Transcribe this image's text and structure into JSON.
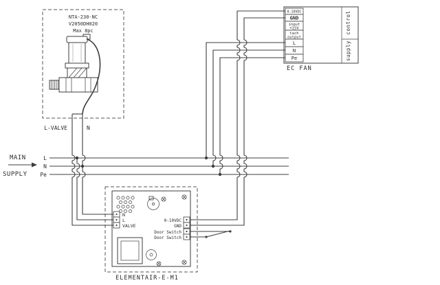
{
  "colors": {
    "line": "#3c3c3c",
    "text": "#2a2a2a",
    "background": "#ffffff"
  },
  "valve_unit": {
    "model_line1": "NTA-230-NC",
    "model_line2": "V2050DH020",
    "model_line3": "Max 8pc",
    "wire_l_label": "L-VALVE",
    "wire_n_label": "N"
  },
  "main_supply": {
    "title_line1": "MAIN",
    "title_line2": "SUPPLY",
    "lines": [
      "L",
      "N",
      "Pe"
    ]
  },
  "ec_fan": {
    "title": "EC FAN",
    "terminals": [
      "0-10VDC",
      "GND",
      "L",
      "N",
      "Pe"
    ],
    "terminal_input_line1": "input",
    "terminal_input_line2": "+15V",
    "terminal_tach_line1": "tach",
    "terminal_tach_line2": "output",
    "group_control": "control",
    "group_supply": "supply"
  },
  "controller": {
    "title": "ELEMENTAIR-E-M1",
    "left_terminals": [
      "N",
      "L",
      "VALVE"
    ],
    "right_terminals": [
      "0-10VDC",
      "GND",
      "Door Switch",
      "Door Switch"
    ]
  }
}
